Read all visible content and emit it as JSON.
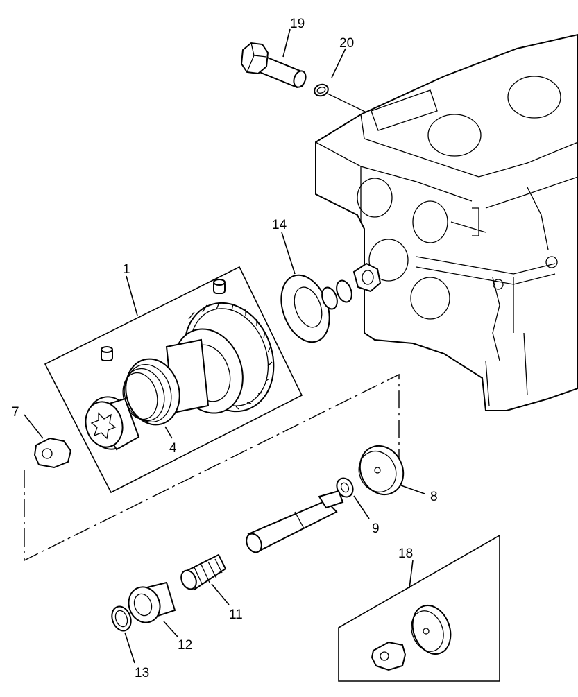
{
  "callouts": [
    {
      "id": "c1",
      "text": "1"
    },
    {
      "id": "c4",
      "text": "4"
    },
    {
      "id": "c7",
      "text": "7"
    },
    {
      "id": "c8",
      "text": "8"
    },
    {
      "id": "c9",
      "text": "9"
    },
    {
      "id": "c11",
      "text": "11"
    },
    {
      "id": "c12",
      "text": "12"
    },
    {
      "id": "c13",
      "text": "13"
    },
    {
      "id": "c14",
      "text": "14"
    },
    {
      "id": "c18",
      "text": "18"
    },
    {
      "id": "c19",
      "text": "19"
    },
    {
      "id": "c20",
      "text": "20"
    }
  ],
  "colors": {
    "ink": "#000000",
    "paper": "#ffffff"
  }
}
